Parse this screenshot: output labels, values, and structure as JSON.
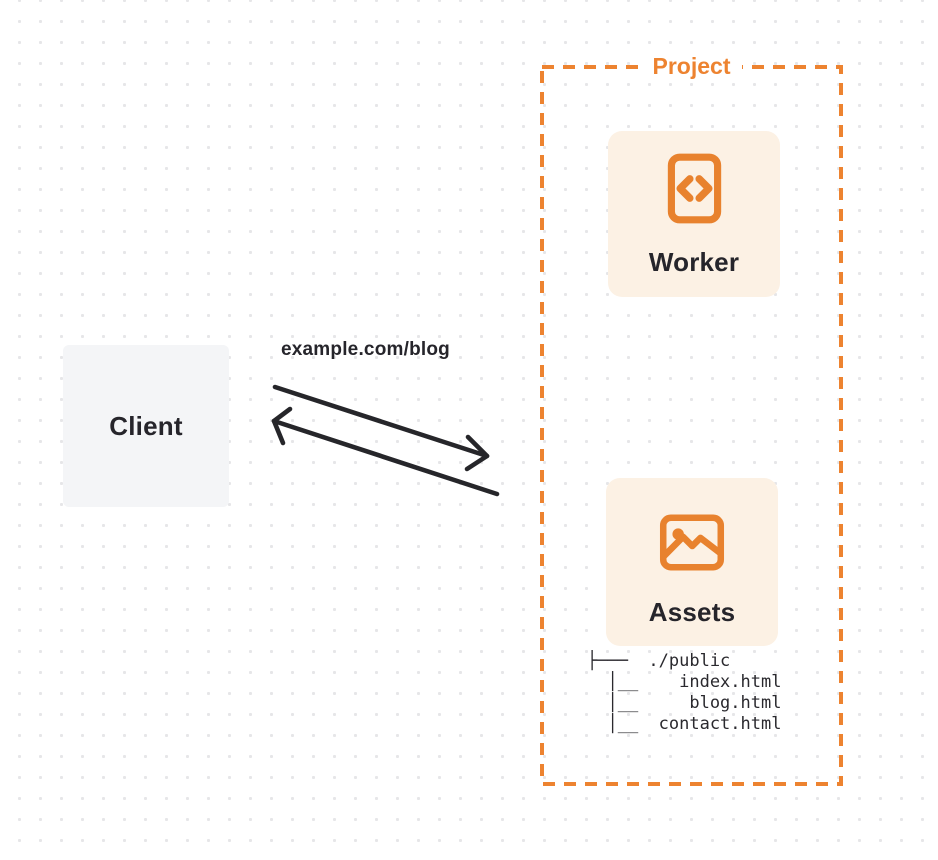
{
  "client": {
    "label": "Client"
  },
  "request": {
    "url": "example.com/blog"
  },
  "project": {
    "label": "Project",
    "worker": {
      "label": "Worker",
      "icon": "code-icon"
    },
    "assets": {
      "label": "Assets",
      "icon": "image-icon",
      "tree_root": "./public",
      "tree_files": [
        "index.html",
        "blog.html",
        "contact.html"
      ],
      "tree_lines": [
        "├───  ./public",
        "  │__    index.html",
        "  │__     blog.html",
        "  │__  contact.html"
      ]
    }
  },
  "colors": {
    "accent_orange": "#ed8330",
    "icon_orange": "#e8822e",
    "card_background": "#fcf1e4",
    "client_background": "#f4f5f7",
    "text_dark": "#26252b",
    "dot_grid": "#e6e6e8"
  }
}
